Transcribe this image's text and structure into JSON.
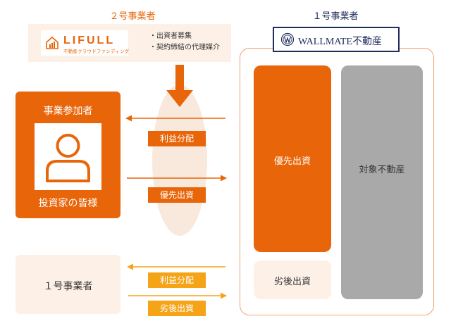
{
  "second_operator": {
    "heading": "２号事業者",
    "logo_word": "LIFULL",
    "logo_sub": "不動産クラウドファンディング",
    "roles": [
      "・出資者募集",
      "・契約締結の代理媒介"
    ]
  },
  "first_operator": {
    "heading": "１号事業者",
    "logo_word": "WALLMATE不動産"
  },
  "participant": {
    "title": "事業参加者",
    "subtitle": "投資家の皆様"
  },
  "first_operator_investor": {
    "label": "１号事業者"
  },
  "flows": {
    "profit_distribution": "利益分配",
    "preferred_investment": "優先出資",
    "subordinate_profit": "利益分配",
    "subordinate_investment": "劣後出資"
  },
  "structure": {
    "preferred": "優先出資",
    "target": "対象不動産",
    "subordinate": "劣後出資"
  },
  "colors": {
    "accent": "#e8650a",
    "accent_light": "#fdf0e6",
    "yellow": "#f5a418",
    "gray": "#a9a9a9",
    "navy": "#1f2d5c"
  }
}
